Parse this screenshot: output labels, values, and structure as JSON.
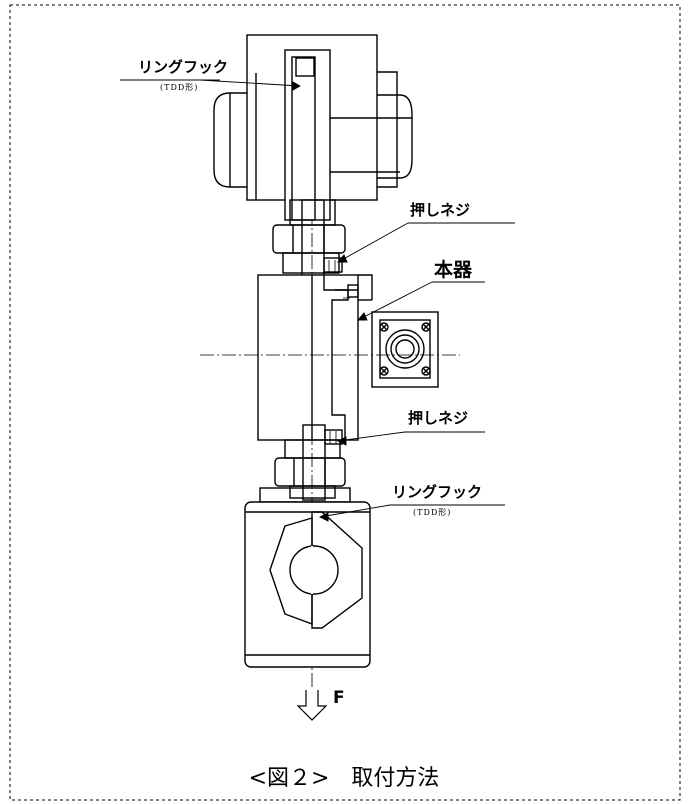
{
  "labels": {
    "top_hook": "リングフック",
    "top_hook_type": "(TDD形)",
    "push_screw_top": "押しネジ",
    "main_unit": "本器",
    "push_screw_bottom": "押しネジ",
    "bottom_hook": "リングフック",
    "bottom_hook_type": "(TDD形)",
    "force": "F"
  },
  "caption": "<図２>　取付方法",
  "colors": {
    "line": "#000000",
    "background": "#ffffff"
  }
}
